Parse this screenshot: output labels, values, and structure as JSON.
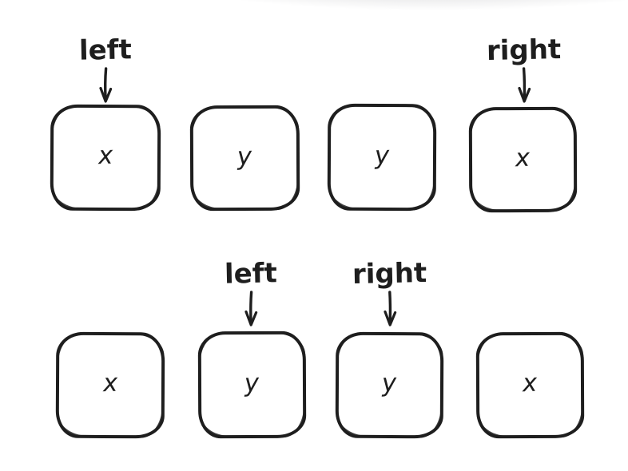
{
  "diagram": {
    "type": "two-pointer-array",
    "colors": {
      "stroke": "#1e1e1e",
      "background": "#ffffff"
    },
    "rows": [
      {
        "cells": [
          "x",
          "y",
          "y",
          "x"
        ],
        "pointers": [
          {
            "label": "left",
            "target_cell_index": 0
          },
          {
            "label": "right",
            "target_cell_index": 3
          }
        ]
      },
      {
        "cells": [
          "x",
          "y",
          "y",
          "x"
        ],
        "pointers": [
          {
            "label": "left",
            "target_cell_index": 1
          },
          {
            "label": "right",
            "target_cell_index": 2
          }
        ]
      }
    ]
  }
}
